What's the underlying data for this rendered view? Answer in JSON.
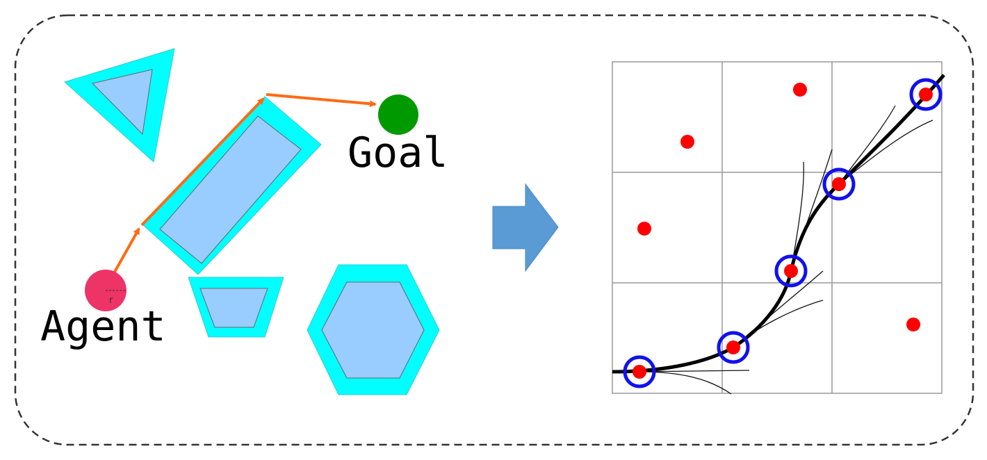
{
  "labels": {
    "agent": "Agent",
    "goal": "Goal",
    "radius": "r"
  },
  "colors": {
    "frame": "#333333",
    "obstacle_fill": "#99ccff",
    "obstacle_margin": "#00ffff",
    "path_arrow": "#ff6a13",
    "agent": "#ee3366",
    "goal": "#009900",
    "transition_arrow": "#5b9bd5",
    "grid": "#999999",
    "sample_point": "#ff0000",
    "selected_ring": "#1111ee",
    "trajectory": "#000000"
  },
  "icons": {
    "transition": "right-arrow-icon"
  }
}
